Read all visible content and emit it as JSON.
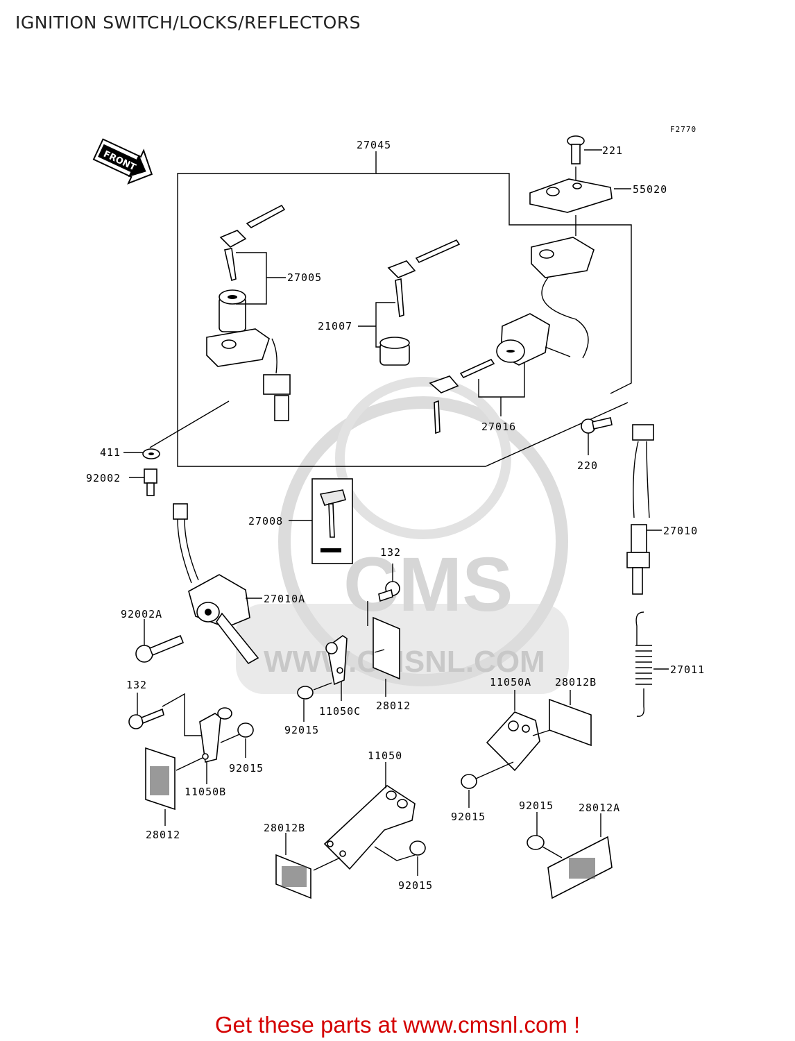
{
  "title": "IGNITION SWITCH/LOCKS/REFLECTORS",
  "figure_code": "F2770",
  "front_label": "FRONT",
  "watermark": {
    "logo_text": "CMS",
    "url_text": "WWW.CMSNL.COM"
  },
  "labels": {
    "p27045": "27045",
    "p221": "221",
    "p55020": "55020",
    "p27005": "27005",
    "p21007": "21007",
    "p27016": "27016",
    "p411": "411",
    "p220": "220",
    "p92002": "92002",
    "p27008": "27008",
    "p27010": "27010",
    "p132a": "132",
    "p27010A": "27010A",
    "p92002A": "92002A",
    "p27011": "27011",
    "p11050A": "11050A",
    "p28012B_a": "28012B",
    "p132b": "132",
    "p92015a": "92015",
    "p11050C": "11050C",
    "p28012a": "28012",
    "p92015b": "92015",
    "p11050B": "11050B",
    "p28012b": "28012",
    "p92015c": "92015",
    "p11050": "11050",
    "p92015d": "92015",
    "p28012A": "28012A",
    "p28012B_b": "28012B",
    "p92015e": "92015"
  },
  "footer_link": "Get these parts at www.cmsnl.com !",
  "colors": {
    "link": "#d40000",
    "watermark": "#dcdcdc"
  }
}
